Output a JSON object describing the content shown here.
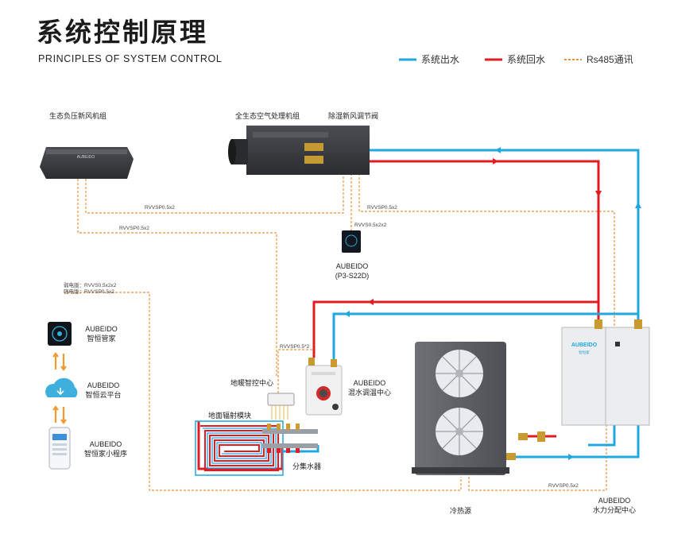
{
  "header": {
    "title": "系统控制原理",
    "subtitle": "PRINCIPLES OF SYSTEM CONTROL"
  },
  "legend": {
    "supply": "系统出水",
    "return": "系统回水",
    "comm": "Rs485通讯"
  },
  "colors": {
    "supply": "#1ea7e1",
    "return": "#e31b23",
    "comm": "#e8913a"
  },
  "devices": {
    "fresh_air_unit": "生态负压新风机组",
    "air_handler": "全生态空气处理机组",
    "dehumid_valve": "除湿新风调节阀",
    "controller_brand": "AUBEIDO",
    "controller_model": "(P3-S22D)",
    "butler_brand": "AUBEIDO",
    "butler_name": "智恒管家",
    "cloud_brand": "AUBEIDO",
    "cloud_name": "智恒云平台",
    "app_brand": "AUBEIDO",
    "app_name": "智恒家小程序",
    "floor_ctrl": "地暖智控中心",
    "mixing_brand": "AUBEIDO",
    "mixing_name": "混水调温中心",
    "floor_radiant": "地面辐射模块",
    "manifold": "分集水器",
    "heat_source": "冷热源",
    "dist_brand": "AUBEIDO",
    "dist_name": "水力分配中心",
    "unit_brand": "AUBEIDO",
    "dist_unit_brand": "AUBEIDO",
    "dist_unit_sub": "智恒家"
  },
  "wires": {
    "w1": "RVVSP0.5x2",
    "w2": "RVVSP0.5x2",
    "w3": "RVVSP0.5x2",
    "w4": "RVVS0.5x2x2",
    "w5": "弱电版：RVVS0.5x2x2",
    "w6": "强电版：RVVSP0.5x2",
    "w7": "RVVSP0.5*2",
    "w8": "RVVSP0.5x2"
  }
}
